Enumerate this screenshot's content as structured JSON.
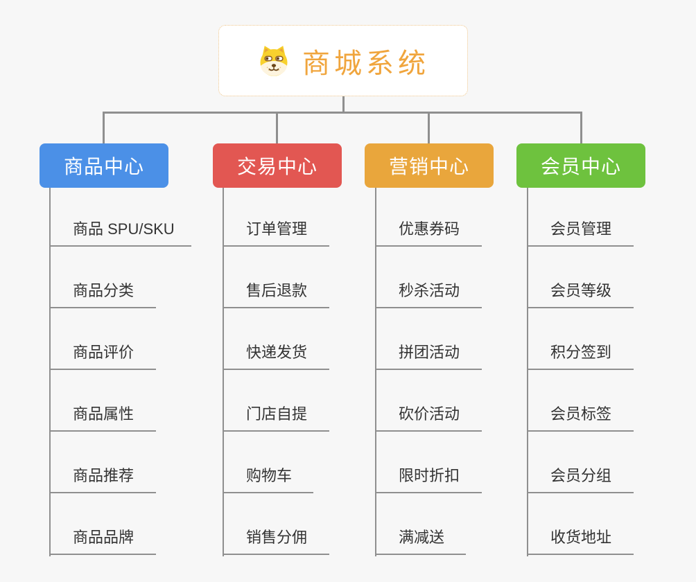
{
  "root": {
    "title": "商城系统",
    "icon": "dog-face-icon"
  },
  "connector_color": "#8f8f8f",
  "background_color": "#f7f7f7",
  "columns": [
    {
      "title": "商品中心",
      "color": "#4b90e7",
      "items": [
        "商品 SPU/SKU",
        "商品分类",
        "商品评价",
        "商品属性",
        "商品推荐",
        "商品品牌"
      ]
    },
    {
      "title": "交易中心",
      "color": "#e25752",
      "items": [
        "订单管理",
        "售后退款",
        "快递发货",
        "门店自提",
        "购物车",
        "销售分佣"
      ]
    },
    {
      "title": "营销中心",
      "color": "#e9a63c",
      "items": [
        "优惠券码",
        "秒杀活动",
        "拼团活动",
        "砍价活动",
        "限时折扣",
        "满减送"
      ]
    },
    {
      "title": "会员中心",
      "color": "#6ec23e",
      "items": [
        "会员管理",
        "会员等级",
        "积分签到",
        "会员标签",
        "会员分组",
        "收货地址"
      ]
    }
  ]
}
